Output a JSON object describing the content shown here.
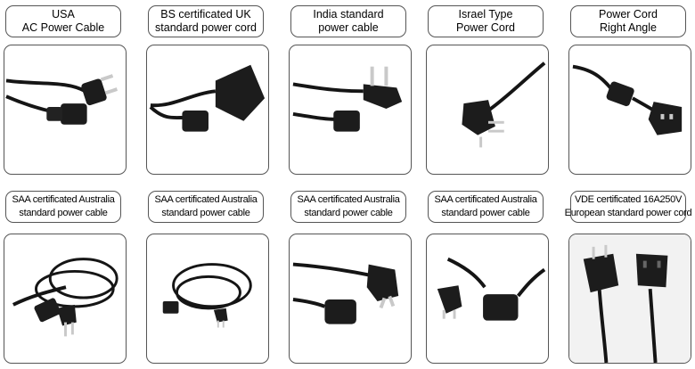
{
  "products": [
    {
      "line1": "USA",
      "line2": "AC Power Cable",
      "plug": "us-plug-icon"
    },
    {
      "line1": "BS certificated UK",
      "line2": "standard power cord",
      "plug": "uk-plug-icon"
    },
    {
      "line1": "India standard",
      "line2": "power cable",
      "plug": "india-plug-icon"
    },
    {
      "line1": "Israel Type",
      "line2": "Power Cord",
      "plug": "israel-plug-icon"
    },
    {
      "line1": "Power Cord",
      "line2": "Right Angle",
      "plug": "right-angle-plug-icon"
    },
    {
      "line1": "SAA certificated Australia",
      "line2": "standard power cable",
      "plug": "australia-plug-icon"
    },
    {
      "line1": "SAA certificated Australia",
      "line2": "standard power cable",
      "plug": "australia-plug-icon"
    },
    {
      "line1": "SAA certificated Australia",
      "line2": "standard power cable",
      "plug": "australia-plug-icon"
    },
    {
      "line1": "SAA certificated Australia",
      "line2": "standard power cable",
      "plug": "australia-plug-icon"
    },
    {
      "line1": "VDE certificated 16A250V",
      "line2": "European standard power cord",
      "plug": "eu-plug-icon"
    }
  ],
  "colors": {
    "cable": "#151515",
    "pin": "#c9c9c9",
    "border": "#555555"
  }
}
